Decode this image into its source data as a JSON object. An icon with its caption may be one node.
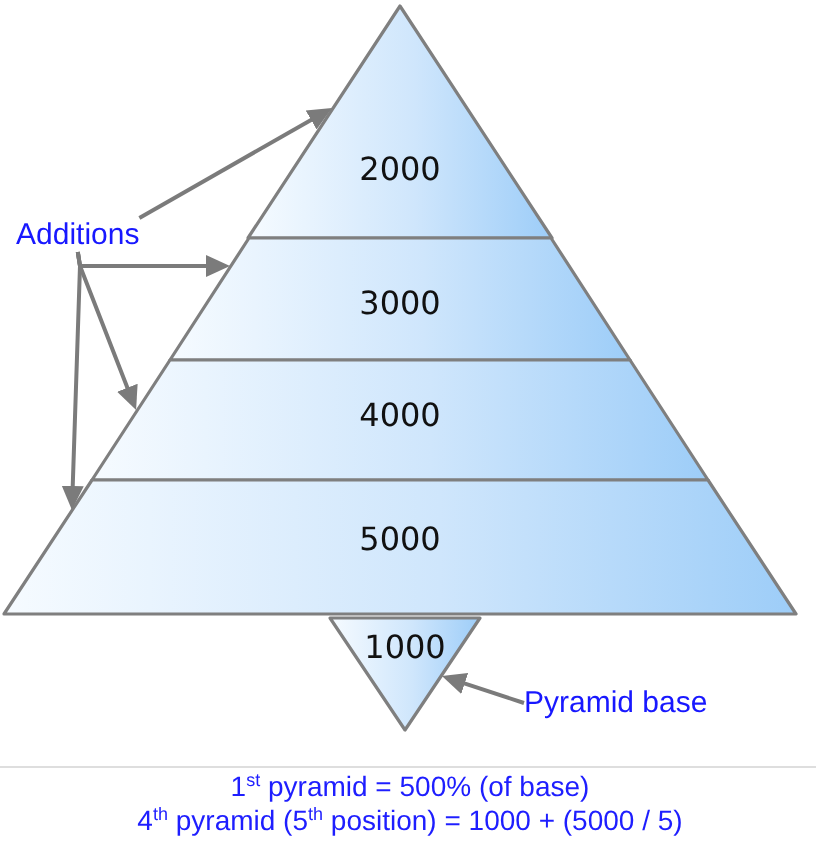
{
  "diagram": {
    "nodes": [
      {
        "text": [
          "2000"
        ]
      },
      {
        "text": [
          "3000"
        ]
      },
      {
        "text": [
          "4000"
        ]
      },
      {
        "text": [
          "5000"
        ]
      },
      {
        "text": [
          "1000"
        ]
      },
      {
        "text": [
          "Additions"
        ]
      },
      {
        "text": [
          "Pyramid base"
        ]
      }
    ],
    "edges": [
      {
        "from": 5,
        "to": 0,
        "arrow": "to"
      },
      {
        "from": 5,
        "to": 1,
        "arrow": "to"
      },
      {
        "from": 5,
        "to": 2,
        "arrow": "to"
      },
      {
        "from": 5,
        "to": 3,
        "arrow": "to"
      },
      {
        "from": 6,
        "to": 4,
        "arrow": "to"
      }
    ],
    "labels": [
      "1$^{st}$ pyramid = 500% (of base)",
      "4$^{th}$ pyramid (5$^{th}$ position) = 1000 + (5000 / 5)"
    ]
  }
}
